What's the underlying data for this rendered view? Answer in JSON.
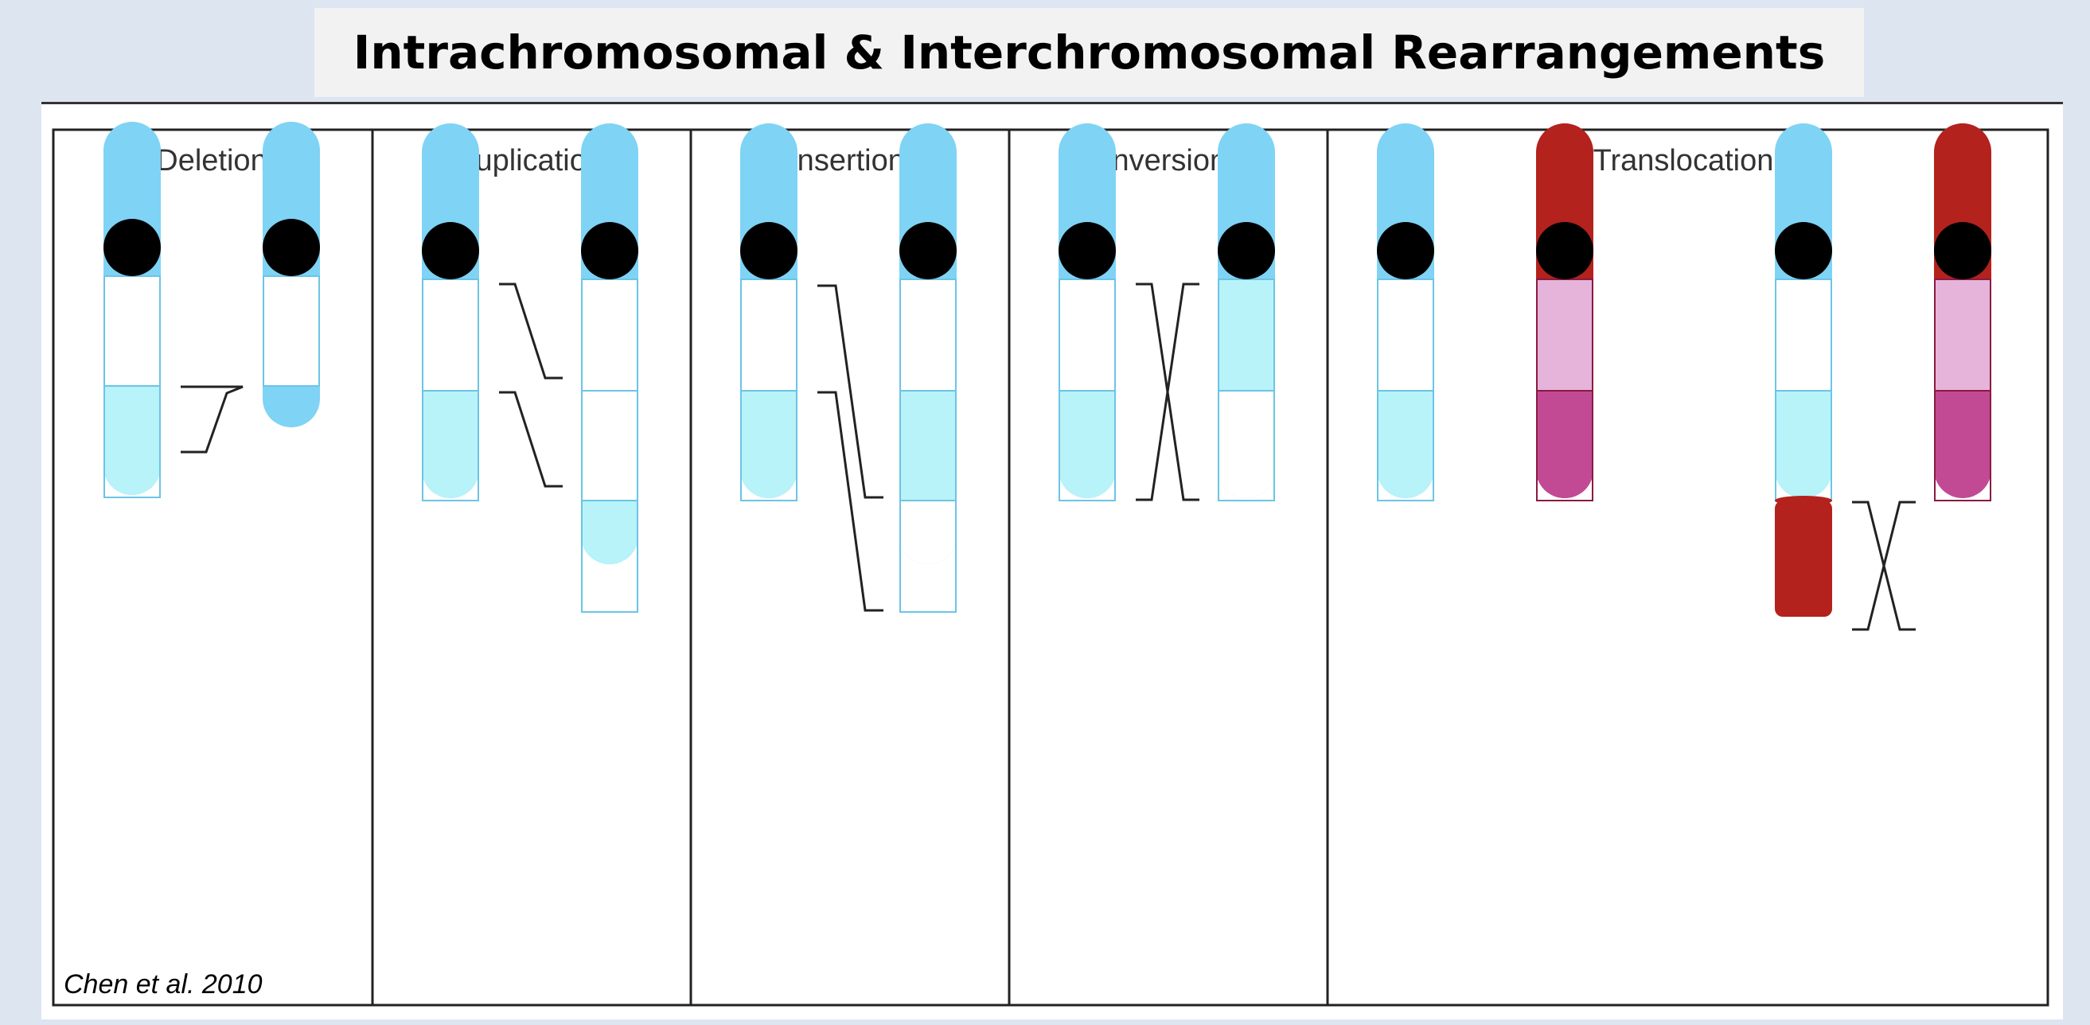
{
  "title": "Intrachromosomal & Interchromosomal Rearrangements",
  "panels": [
    {
      "label": "Deletion"
    },
    {
      "label": "Duplication"
    },
    {
      "label": "Insertion"
    },
    {
      "label": "Inversion"
    },
    {
      "label": "Translocation"
    }
  ],
  "citation": "Chen et al. 2010",
  "colors": {
    "background": "#dde5f1",
    "chromosome_blue": "#7fd3f5",
    "segment_pale_cyan": "#b7f3f8",
    "segment_white": "#ffffff",
    "chromosome_red": "#b3221c",
    "segment_light_pink": "#e6b4da",
    "segment_magenta": "#c24a94",
    "centromere": "#000000"
  }
}
